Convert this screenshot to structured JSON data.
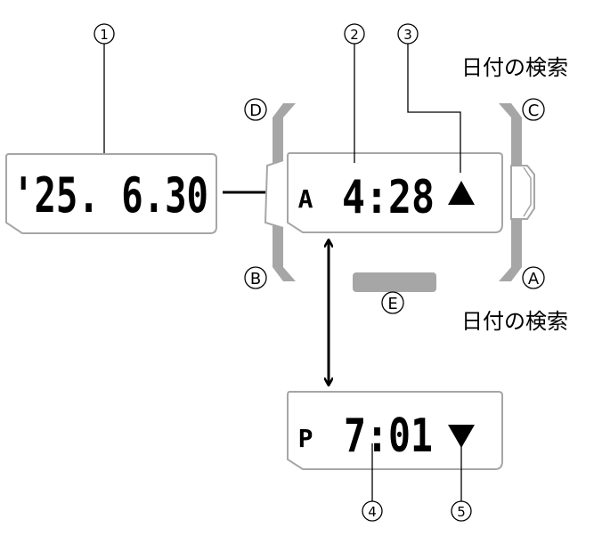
{
  "callouts": {
    "c1": "1",
    "c2": "2",
    "c3": "3",
    "c4": "4",
    "c5": "5"
  },
  "buttons": {
    "A": "A",
    "B": "B",
    "C": "C",
    "D": "D",
    "E": "E"
  },
  "labels": {
    "top_right": "日付の検索",
    "bottom_right": "日付の検索"
  },
  "date_display": {
    "text": "'25. 6.30"
  },
  "sunrise_display": {
    "ampm": "A",
    "time": "4:28",
    "indicator": "sunrise-triangle-up"
  },
  "sunset_display": {
    "ampm": "P",
    "time": "7:01",
    "indicator": "sunset-triangle-down"
  },
  "colors": {
    "case": "#a6a6a6",
    "lcd": "#000000"
  }
}
